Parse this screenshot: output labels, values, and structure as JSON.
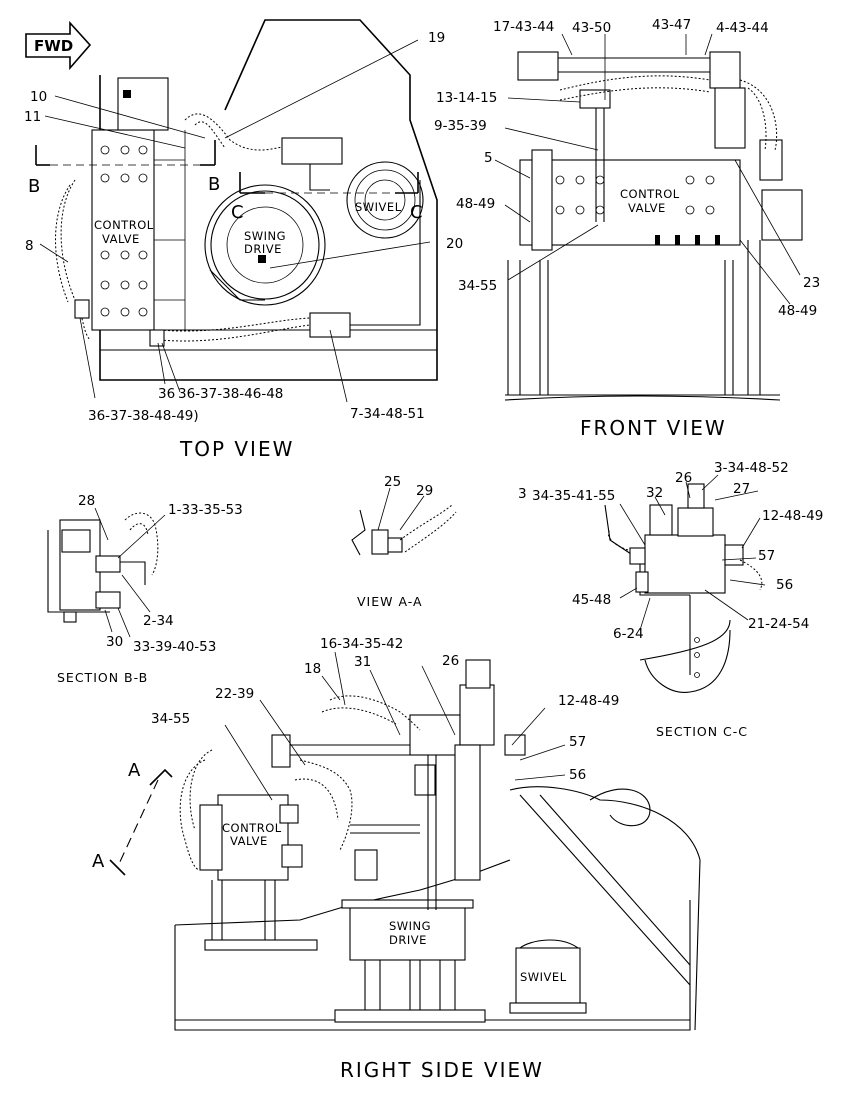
{
  "fwd_label": "FWD",
  "view_titles": {
    "top": "TOP VIEW",
    "front": "FRONT VIEW",
    "right_side": "RIGHT SIDE VIEW",
    "view_a": "VIEW A-A",
    "section_b": "SECTION B-B",
    "section_c": "SECTION C-C"
  },
  "component_names": {
    "control_valve_line1": "CONTROL",
    "control_valve_line2": "VALVE",
    "swing_drive_line1": "SWING",
    "swing_drive_line2": "DRIVE",
    "swivel": "SWIVEL"
  },
  "section_markers": {
    "a": "A",
    "b": "B",
    "c": "C"
  },
  "callouts": {
    "top_view": [
      "19",
      "10",
      "11",
      "8",
      "20",
      "36",
      "36-37-38-46-48",
      "36-37-38-48-49)",
      "7-34-48-51"
    ],
    "front_view": [
      "17-43-44",
      "43-50",
      "43-47",
      "4-43-44",
      "13-14-15",
      "9-35-39",
      "5",
      "48-49",
      "34-55",
      "23",
      "48-49"
    ],
    "section_b": [
      "28",
      "1-33-35-53",
      "2-34",
      "30",
      "33-39-40-53"
    ],
    "view_a": [
      "25",
      "29"
    ],
    "section_c": [
      "3",
      "34-35-41-55",
      "32",
      "26",
      "3-34-48-52",
      "27",
      "12-48-49",
      "57",
      "56",
      "45-48",
      "21-24-54",
      "6-24"
    ],
    "right_side_view": [
      "16-34-35-42",
      "18",
      "31",
      "26",
      "22-39",
      "12-48-49",
      "34-55",
      "57",
      "56"
    ]
  }
}
